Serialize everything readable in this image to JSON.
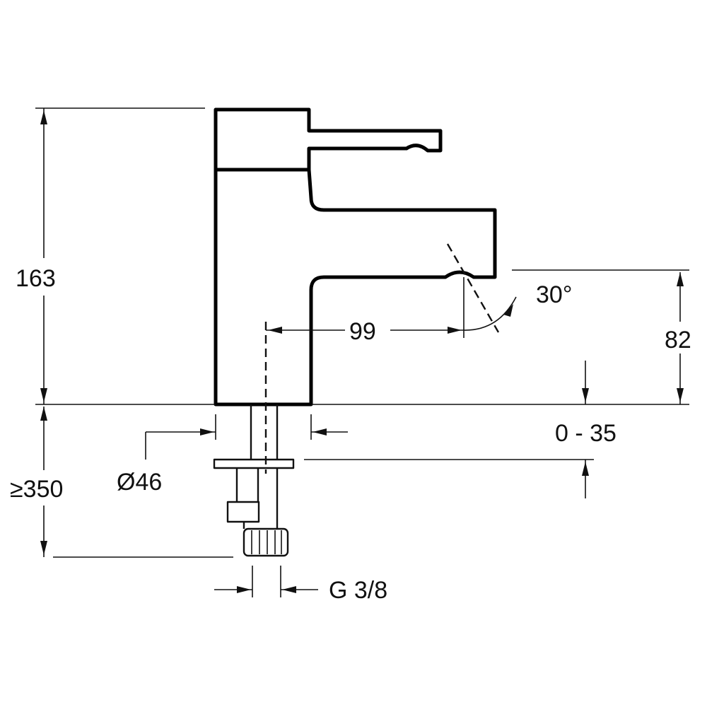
{
  "diagram": {
    "dimensions": {
      "height_total": "163",
      "spout_reach": "99",
      "spout_height": "82",
      "spray_angle": "30°",
      "deck_thickness": "0 - 35",
      "base_diameter": "Ø46",
      "hose_length": "≥350",
      "connection_thread": "G 3/8"
    }
  }
}
